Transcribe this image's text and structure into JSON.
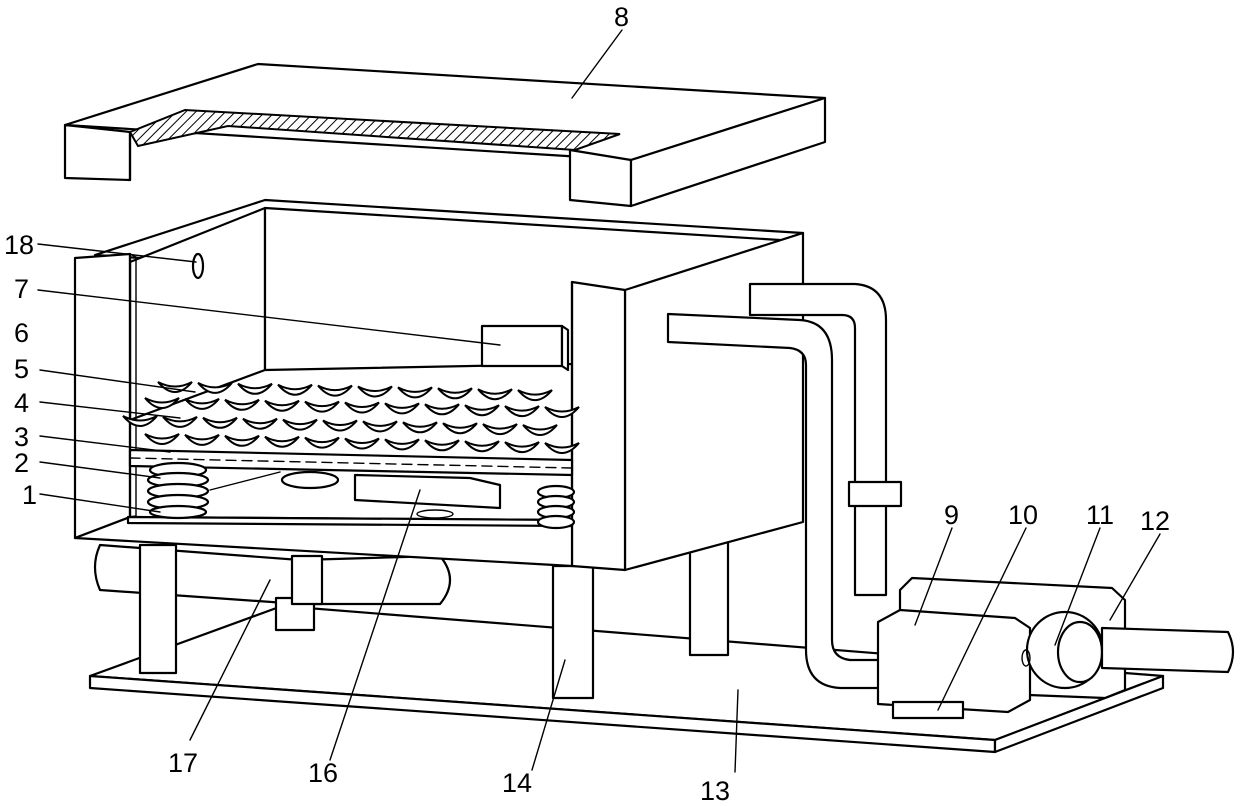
{
  "labels": {
    "l1": "1",
    "l2": "2",
    "l3": "3",
    "l4": "4",
    "l5": "5",
    "l6": "6",
    "l7": "7",
    "l8": "8",
    "l9": "9",
    "l10": "10",
    "l11": "11",
    "l12": "12",
    "l13": "13",
    "l14": "14",
    "l16": "16",
    "l17": "17",
    "l18": "18"
  }
}
